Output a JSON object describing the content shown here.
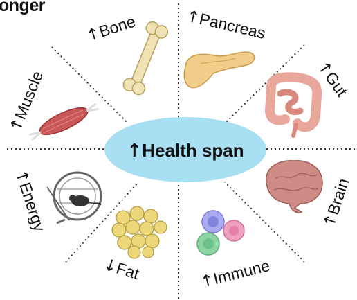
{
  "heading": "onger",
  "center": {
    "arrow": "↑",
    "text": "Health span"
  },
  "organs": [
    {
      "arrow": "↑",
      "label": "Bone"
    },
    {
      "arrow": "↑",
      "label": "Pancreas"
    },
    {
      "arrow": "↑",
      "label": "Gut"
    },
    {
      "arrow": "↑",
      "label": "Brain"
    },
    {
      "arrow": "↑",
      "label": "Immune"
    },
    {
      "arrow": "↓",
      "label": "Fat"
    },
    {
      "arrow": "↑",
      "label": "Energy"
    },
    {
      "arrow": "↑",
      "label": "Muscle"
    }
  ],
  "colors": {
    "center_fill": "#a8dff3",
    "divider": "#333333",
    "bone": "#efe3b4",
    "pancreas": "#f1cd8a",
    "gut": "#e9a79c",
    "brain": "#cf8b86",
    "fat": "#ecd87a",
    "muscle": "#c95757",
    "cell_blue": "#a9aaf0",
    "cell_pink": "#ef9fc0",
    "cell_green": "#8ed5a6"
  },
  "icons": [
    "bone-icon",
    "pancreas-icon",
    "intestine-icon",
    "brain-icon",
    "immune-cells-icon",
    "fat-cells-icon",
    "mouse-wheel-icon",
    "muscle-icon"
  ]
}
